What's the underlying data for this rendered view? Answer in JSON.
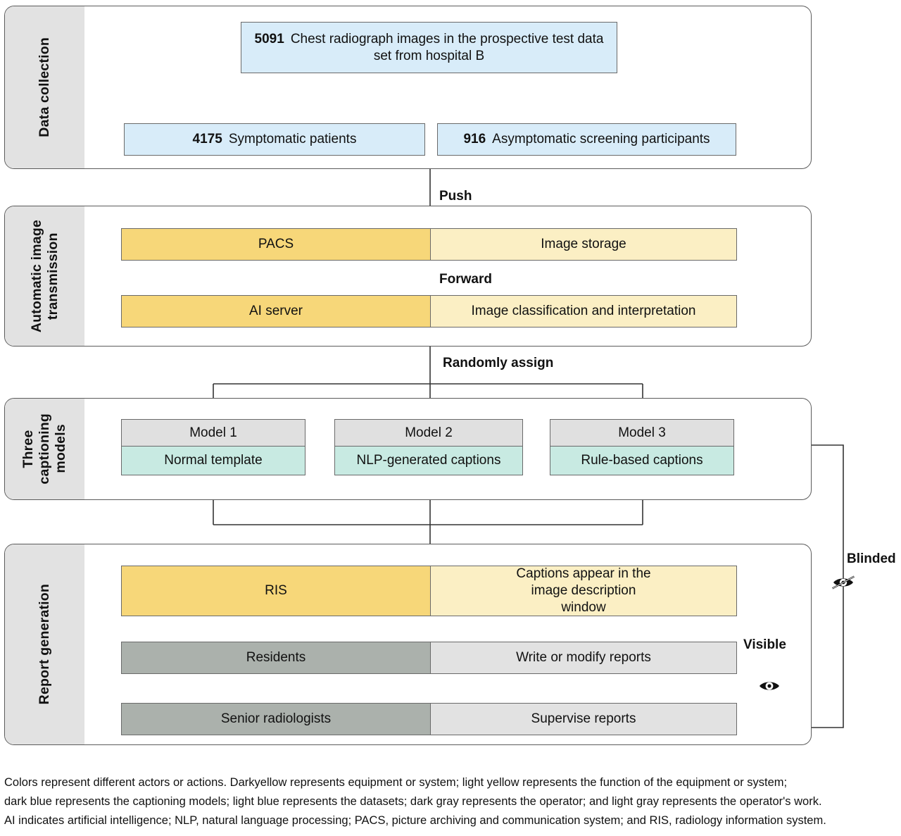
{
  "sections": [
    {
      "label": "Data collection"
    },
    {
      "label": "Automatic image\ntransmission"
    },
    {
      "label": "Three\ncaptioning\nmodels"
    },
    {
      "label": "Report generation"
    }
  ],
  "data_collection": {
    "source": {
      "count": "5091",
      "text": "Chest radiograph images in the prospective test data set from hospital B"
    },
    "branches": [
      {
        "count": "4175",
        "text": "Symptomatic patients"
      },
      {
        "count": "916",
        "text": "Asymptomatic screening participants"
      }
    ]
  },
  "transmission": {
    "rows": [
      {
        "system": "PACS",
        "function": "Image storage"
      },
      {
        "system": "AI server",
        "function": "Image classification and interpretation"
      }
    ]
  },
  "models": [
    {
      "name": "Model 1",
      "caption_type": "Normal template"
    },
    {
      "name": "Model 2",
      "caption_type": "NLP-generated captions"
    },
    {
      "name": "Model 3",
      "caption_type": "Rule-based captions"
    }
  ],
  "report_generation": {
    "rows": [
      {
        "actor": "RIS",
        "action": "Captions appear in the image description window"
      },
      {
        "actor": "Residents",
        "action": "Write or modify reports"
      },
      {
        "actor": "Senior radiologists",
        "action": "Supervise reports"
      }
    ]
  },
  "flow_labels": {
    "push": "Push",
    "forward": "Forward",
    "randomly_assign": "Randomly assign",
    "blinded": "Blinded",
    "visible": "Visible"
  },
  "icons": {
    "blinded": "eye-slash-icon",
    "visible": "eye-icon"
  },
  "caption": {
    "line1": "Colors represent different actors or actions. Darkyellow represents equipment or system; light yellow represents the function of the equipment or system;",
    "line2": "dark blue represents the captioning models; light blue represents the datasets; dark gray represents the operator; and light gray represents the operator's work.",
    "line3": "AI indicates artificial intelligence; NLP, natural language processing; PACS, picture archiving and communication system; and RIS, radiology information system."
  },
  "colors": {
    "dark_yellow": "#f7d779",
    "light_yellow": "#fbefc4",
    "light_blue": "#d8ecf9",
    "mint": "#c8eae2",
    "dark_gray": "#abb1ac",
    "light_gray": "#e2e2e2",
    "section_label_bg": "#e2e2e2",
    "stroke": "#5b5b5b"
  }
}
